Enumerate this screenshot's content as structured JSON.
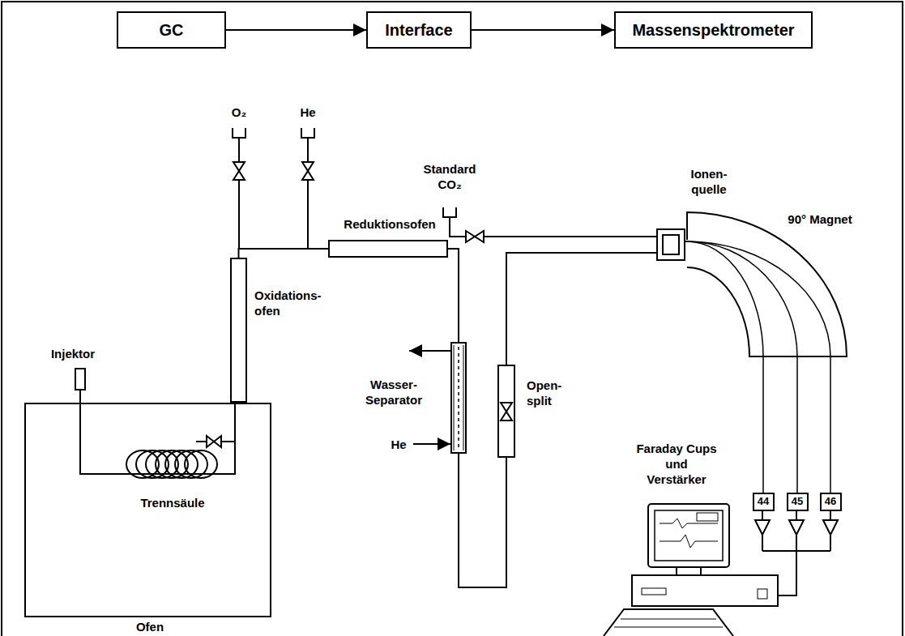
{
  "diagram": {
    "nodes": [
      {
        "text": [
          "GC"
        ]
      },
      {
        "text": [
          "Interface"
        ]
      },
      {
        "text": [
          "Massenspektrometer"
        ]
      },
      {
        "text": [
          "Ofen"
        ]
      },
      {
        "text": [
          "Oxidations- ofen"
        ]
      },
      {
        "text": [
          "Reduktionsofen"
        ]
      },
      {
        "text": [
          "Wasser- Separator"
        ]
      },
      {
        "text": [
          "Open- split"
        ]
      },
      {
        "text": [
          "Ionen- quelle"
        ]
      },
      {
        "text": [
          "44"
        ]
      },
      {
        "text": [
          "45"
        ]
      },
      {
        "text": [
          "46"
        ]
      }
    ],
    "edges": [
      {
        "from": 0,
        "to": 1,
        "arrow": "to"
      },
      {
        "from": 1,
        "to": 2,
        "arrow": "to"
      },
      {
        "from": 4,
        "to": 5,
        "arrow": "none"
      },
      {
        "from": 5,
        "to": 6,
        "arrow": "none"
      },
      {
        "from": 6,
        "to": 7,
        "arrow": "none"
      },
      {
        "from": 7,
        "to": 8,
        "arrow": "none"
      },
      {
        "from": 8,
        "to": 9,
        "arrow": "none"
      },
      {
        "from": 8,
        "to": 10,
        "arrow": "none"
      },
      {
        "from": 8,
        "to": 11,
        "arrow": "none"
      }
    ],
    "labels": [
      "O₂",
      "He",
      "Standard CO₂",
      "90° Magnet",
      "Injektor",
      "Trennsäule",
      "He",
      "Faraday Cups und Verstärker"
    ]
  }
}
